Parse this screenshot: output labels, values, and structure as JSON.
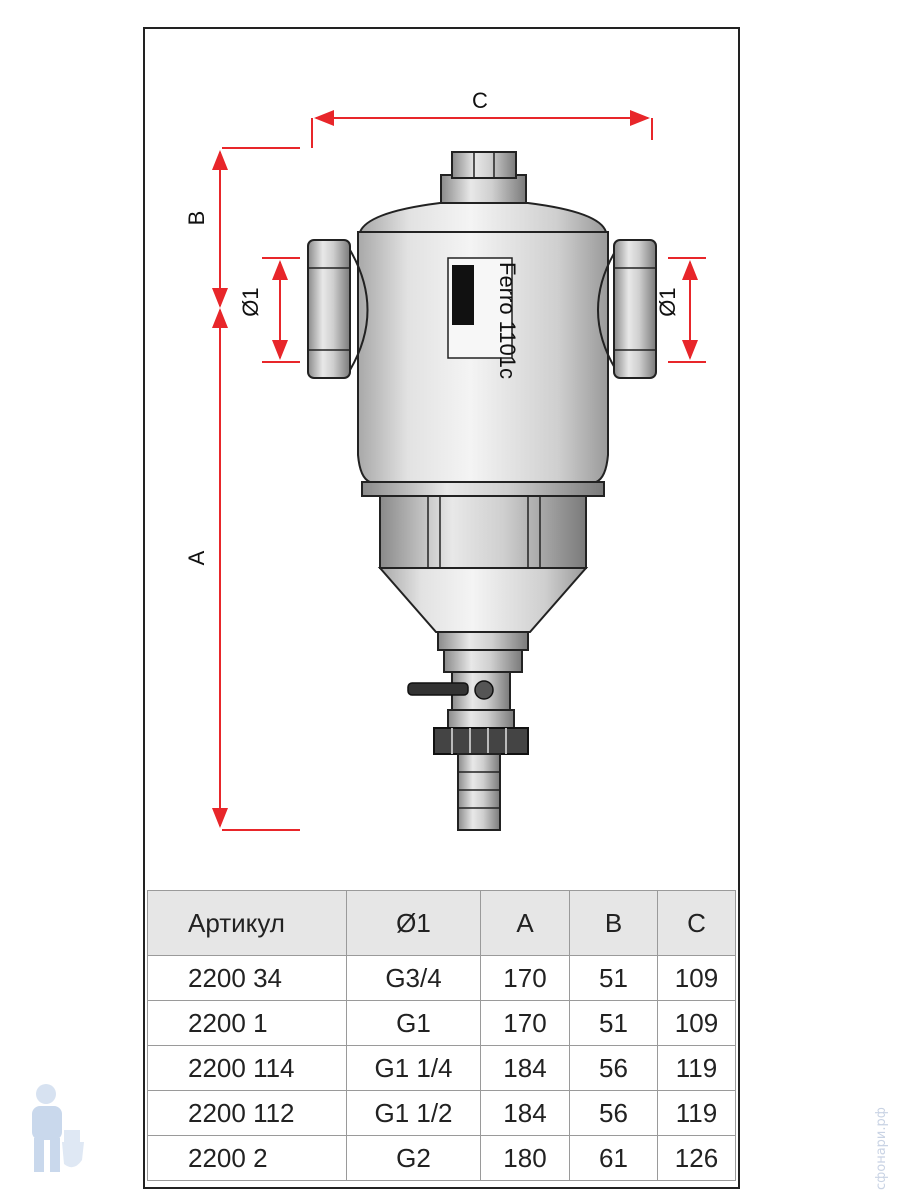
{
  "drawing": {
    "dim_labels": {
      "a": "A",
      "b": "B",
      "c": "C",
      "d_left": "Ø1",
      "d_right": "Ø1"
    },
    "plate_text": "Ferro 1101c",
    "accent_color": "#e8262a"
  },
  "table": {
    "headers": [
      "Артикул",
      "Ø1",
      "A",
      "B",
      "C"
    ],
    "rows": [
      [
        "2200 34",
        "G3/4",
        "170",
        "51",
        "109"
      ],
      [
        "2200 1",
        "G1",
        "170",
        "51",
        "109"
      ],
      [
        "2200 114",
        "G1 1/4",
        "184",
        "56",
        "119"
      ],
      [
        "2200 112",
        "G1 1/2",
        "184",
        "56",
        "119"
      ],
      [
        "2200 2",
        "G2",
        "180",
        "61",
        "126"
      ]
    ]
  },
  "watermark": "сфонари.рф",
  "logo_icon": "plumber-mascot-icon"
}
